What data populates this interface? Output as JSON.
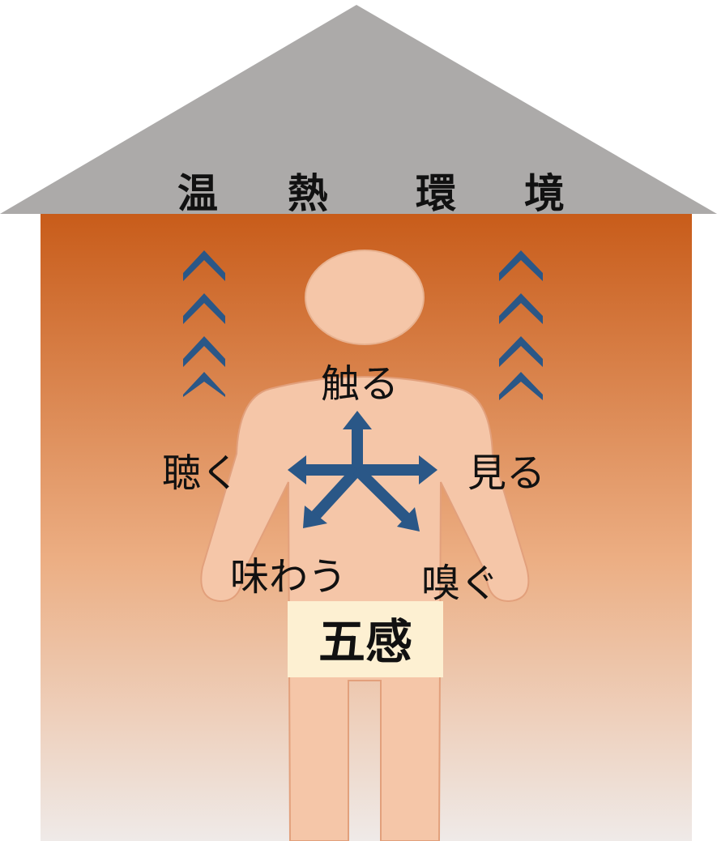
{
  "roof": {
    "title_chars": [
      "温",
      "熱",
      "環",
      "境"
    ]
  },
  "senses": {
    "touch": "触る",
    "hear": "聴く",
    "see": "見る",
    "taste": "味わう",
    "smell": "嗅ぐ"
  },
  "center_label": "五感",
  "colors": {
    "roof": "#acaaa9",
    "wall_top": "#c85c1a",
    "wall_mid": "#ecae83",
    "wall_bottom": "#efeae8",
    "body": "#f5c6a8",
    "body_outline": "#e2a07c",
    "arrow": "#2a5787",
    "label_box": "#fdf0d2"
  },
  "icons": {
    "heat_rising_left": "chevron-up-icon",
    "heat_rising_right": "chevron-up-icon",
    "sense_arrows": "multi-direction-arrow-icon"
  }
}
